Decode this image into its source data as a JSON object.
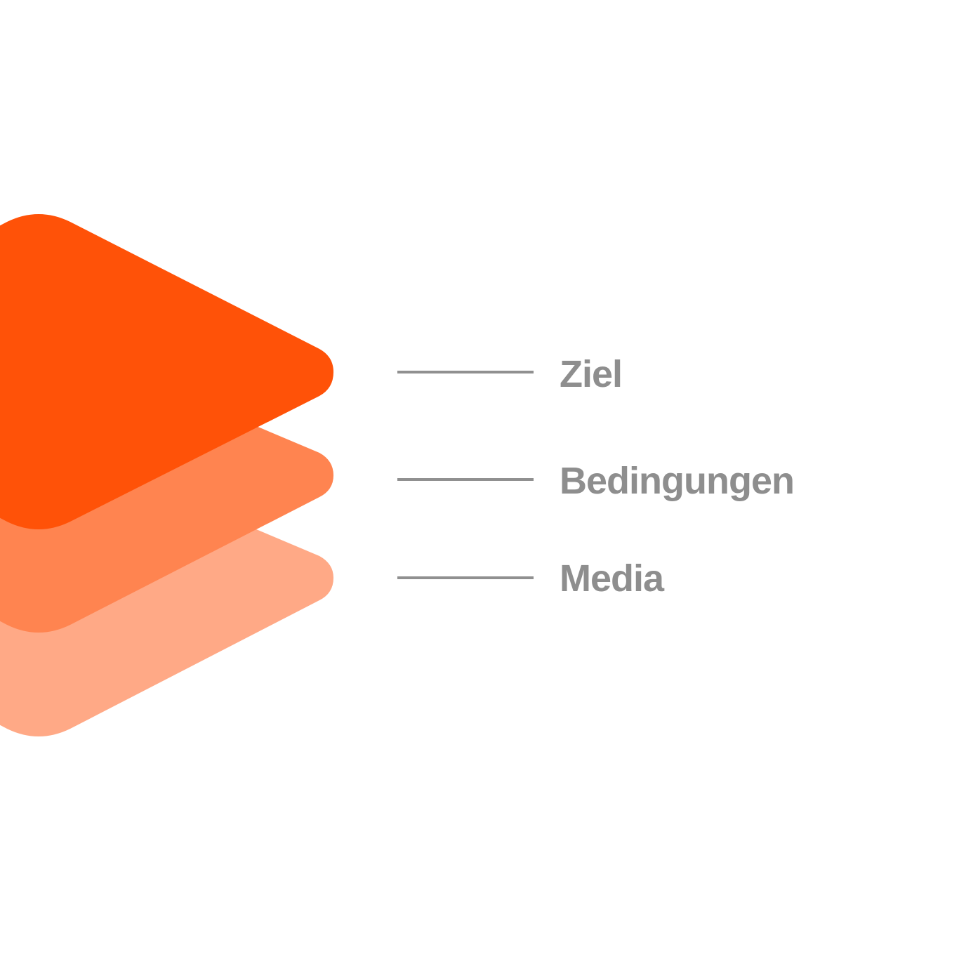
{
  "colors": {
    "top_layer": "#FF5208",
    "middle_layer": "#FF8450",
    "bottom_layer": "#FFA986",
    "connector": "#909090",
    "label_text": "#8E8E8E"
  },
  "layers": [
    {
      "label": "Ziel"
    },
    {
      "label": "Bedingungen"
    },
    {
      "label": "Media"
    }
  ]
}
